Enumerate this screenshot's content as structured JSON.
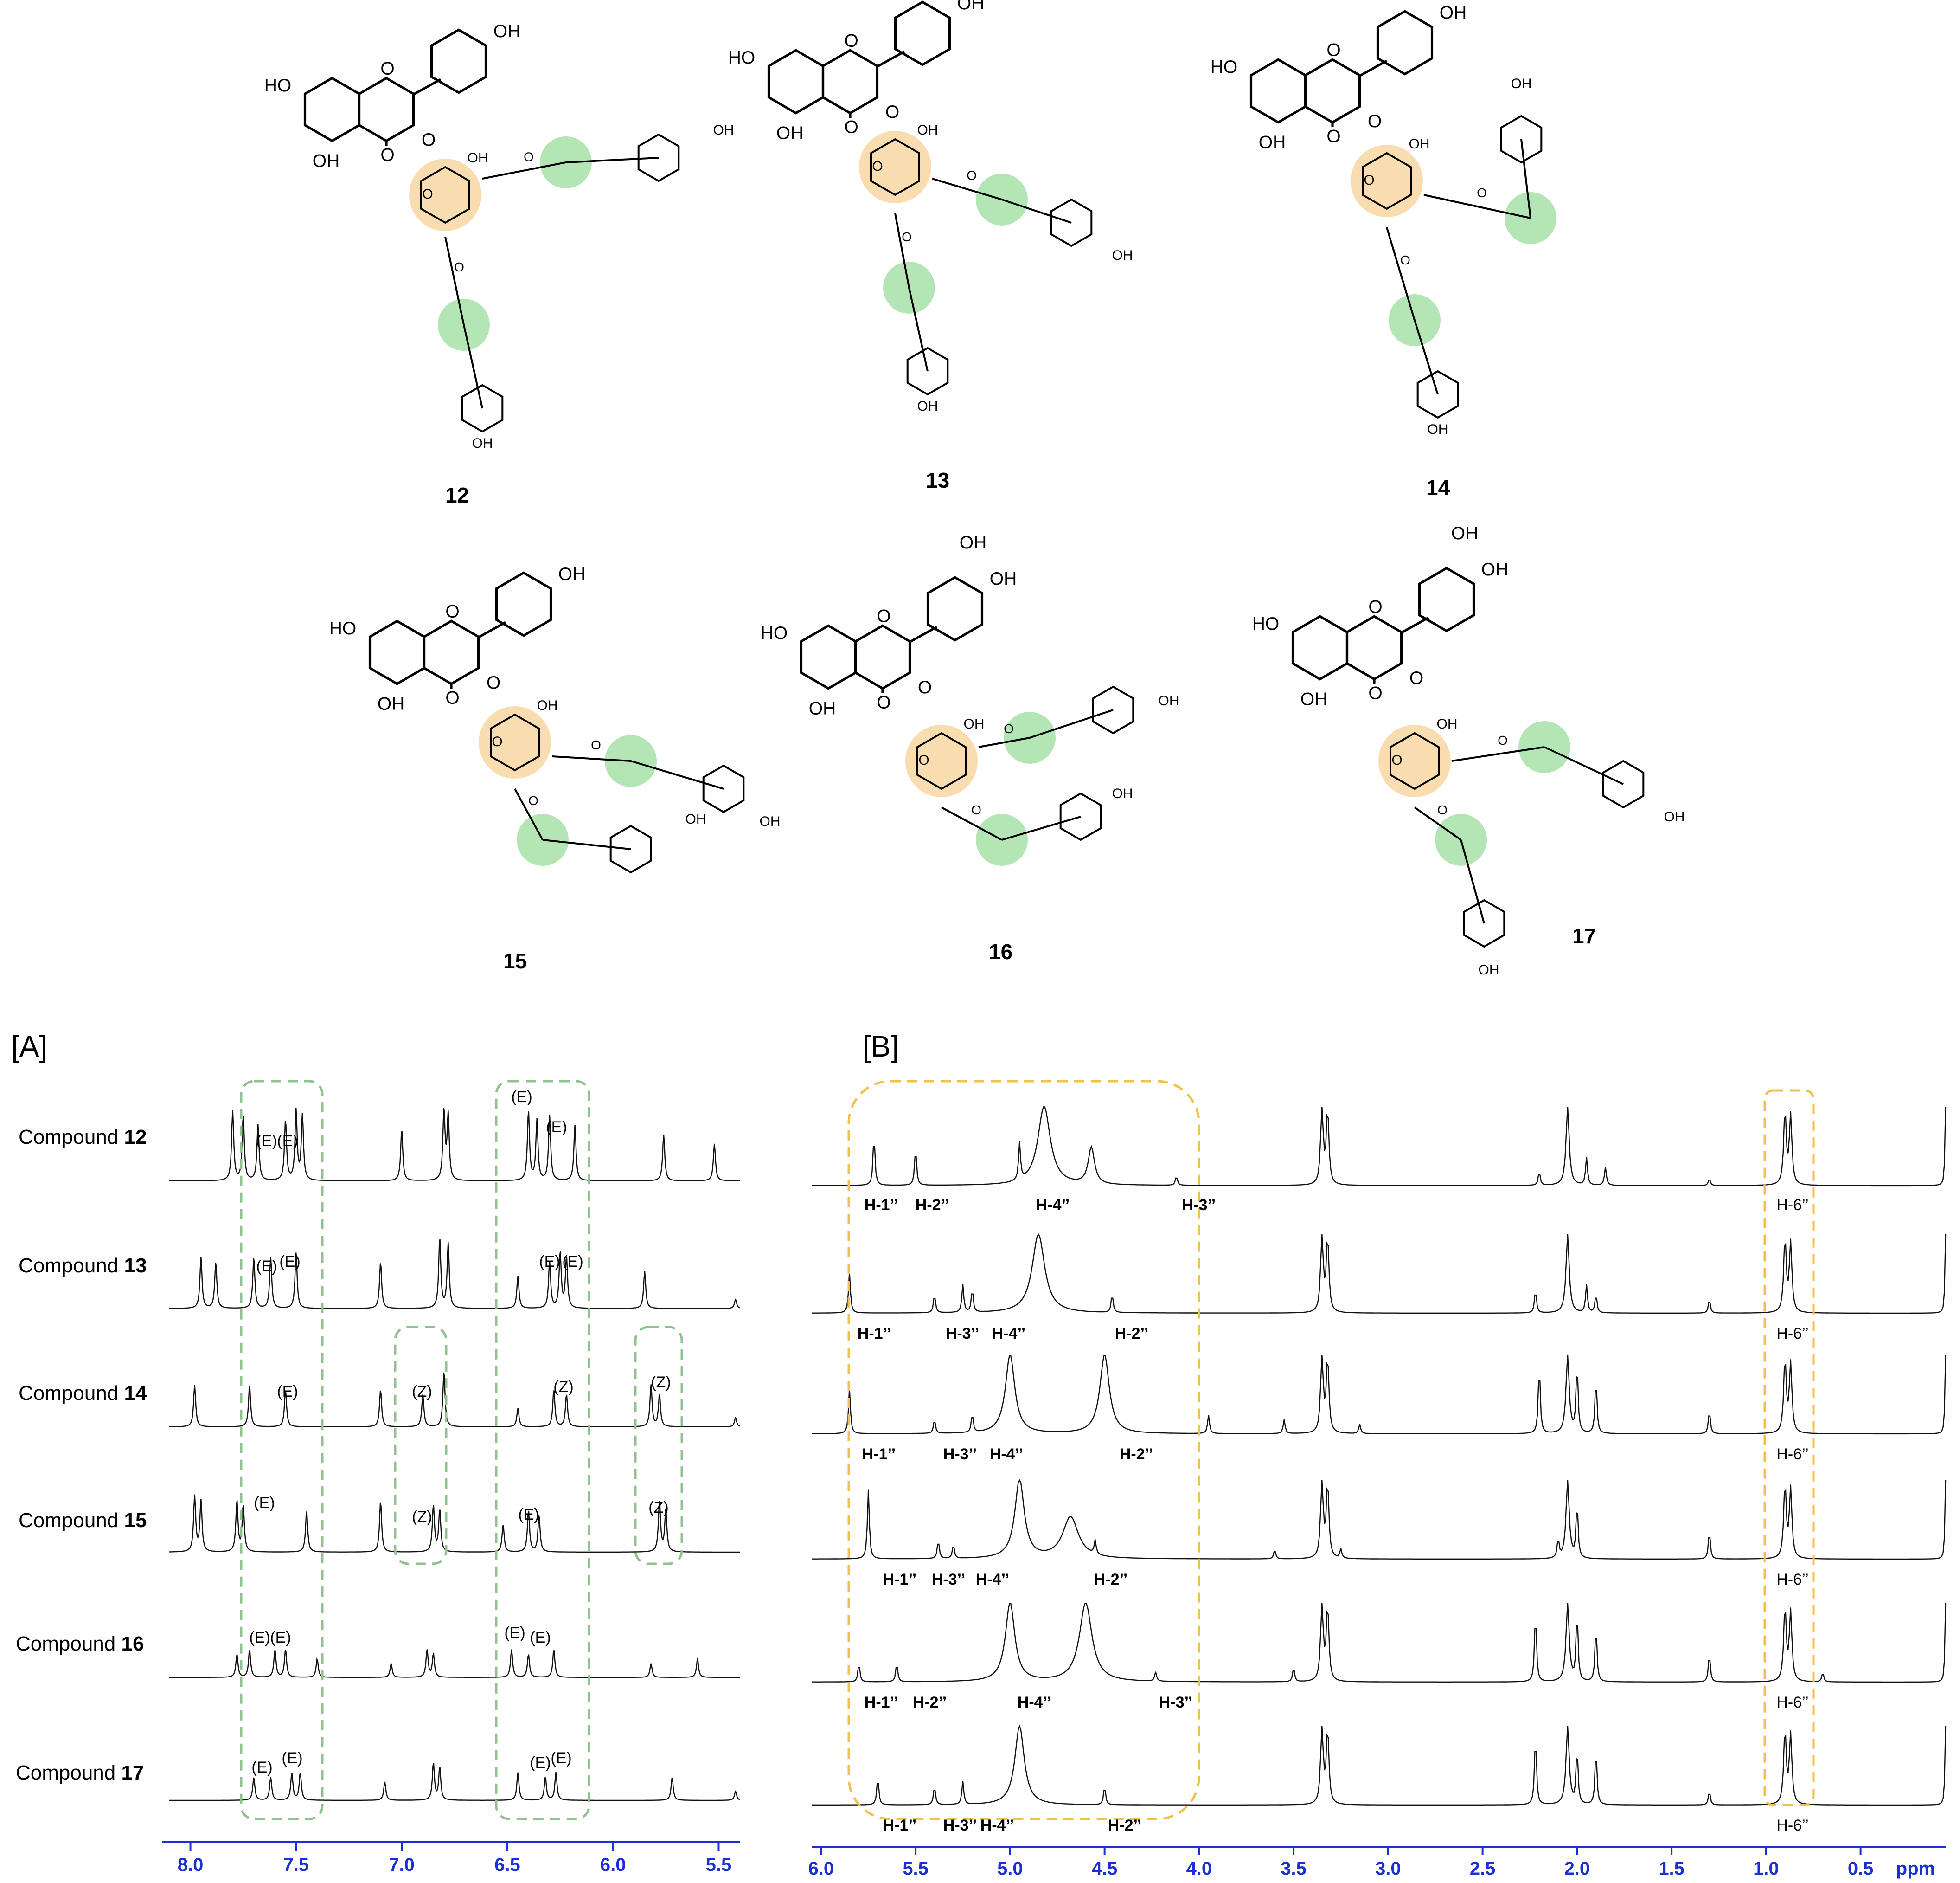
{
  "structures": {
    "labels": [
      "12",
      "13",
      "14",
      "15",
      "16",
      "17"
    ],
    "atom_labels": {
      "hydroxyl": "OH",
      "hydroxyl_left": "HO",
      "oxygen": "O"
    }
  },
  "panel_a": {
    "label": "[A]",
    "row_prefix": "Compound",
    "compounds": [
      "12",
      "13",
      "14",
      "15",
      "16",
      "17"
    ],
    "peak_labels": {
      "E": "(E)",
      "Z": "(Z)"
    },
    "axis_ticks": [
      "8.0",
      "7.5",
      "7.0",
      "6.5",
      "6.0",
      "5.5"
    ],
    "x_range_ppm": [
      8.1,
      5.4
    ]
  },
  "panel_b": {
    "label": "[B]",
    "proton_labels": [
      "H-1’’",
      "H-2’’",
      "H-3’’",
      "H-4’’",
      "H-6’’"
    ],
    "axis_ticks": [
      "6.0",
      "5.5",
      "5.0",
      "4.5",
      "4.0",
      "3.5",
      "3.0",
      "2.5",
      "2.0",
      "1.5",
      "1.0",
      "0.5"
    ],
    "axis_unit": "ppm",
    "x_range_ppm": [
      6.05,
      0.05
    ]
  },
  "colors": {
    "rhamnose_highlight": "#f9ddb0",
    "alkene_highlight": "#b3e6b4",
    "panel_a_box": "#8fc28f",
    "panel_b_box": "#f0c24a",
    "axis_blue": "#1a2fd6",
    "spectrum": "#111111"
  }
}
